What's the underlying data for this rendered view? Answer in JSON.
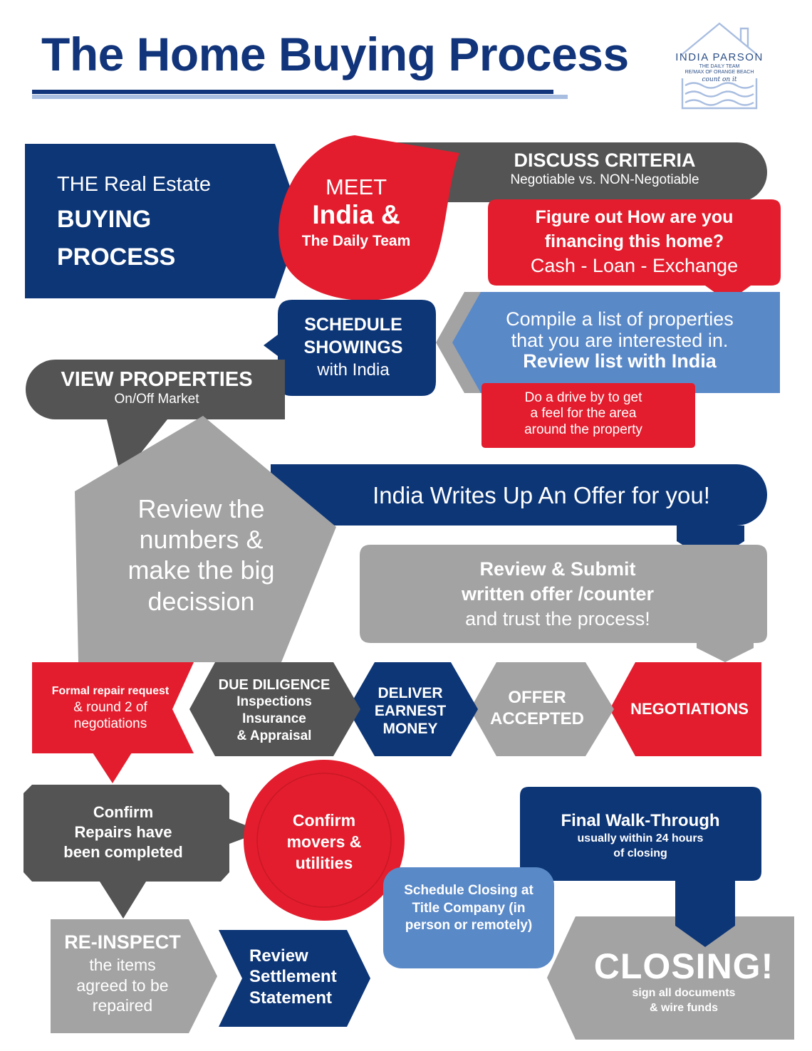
{
  "header": {
    "title": "The Home Buying Process"
  },
  "logo": {
    "name": "INDIA PARSON",
    "line1": "THE DAILY TEAM",
    "line2": "RE/MAX OF ORANGE BEACH",
    "script": "count on it",
    "icon": "house-waves-logo"
  },
  "colors": {
    "navy": "#0d3677",
    "red": "#e31d2d",
    "dark_gray": "#545454",
    "light_gray": "#a3a3a3",
    "light_blue": "#5a89c8"
  },
  "steps": {
    "intro": {
      "line1": "THE Real Estate",
      "line2": "BUYING",
      "line3": "PROCESS"
    },
    "meet": {
      "line1": "MEET",
      "line2": "India &",
      "line3": "The Daily Team"
    },
    "discuss": {
      "title": "DISCUSS CRITERIA",
      "subtitle": "Negotiable vs. NON-Negotiable"
    },
    "financing": {
      "line1": "Figure out How are you",
      "line2": "financing this home?",
      "line3": "Cash - Loan - Exchange"
    },
    "compile": {
      "line1": "Compile a list of properties",
      "line2": "that you are interested in.",
      "line3": "Review list with India"
    },
    "drive": {
      "line1": "Do a drive by to get",
      "line2": "a feel for the area",
      "line3": "around the property"
    },
    "schedule": {
      "line1": "SCHEDULE",
      "line2": "SHOWINGS",
      "line3": "with India"
    },
    "view": {
      "title": "VIEW PROPERTIES",
      "subtitle": "On/Off Market"
    },
    "review_numbers": {
      "line1": "Review the",
      "line2": "numbers &",
      "line3": "make the big",
      "line4": "decission"
    },
    "offer": {
      "text": "India Writes Up An Offer for you!"
    },
    "submit": {
      "line1": "Review & Submit",
      "line2": "written offer /counter",
      "line3": "and trust the process!"
    },
    "negotiations": {
      "text": "NEGOTIATIONS"
    },
    "accepted": {
      "line1": "OFFER",
      "line2": "ACCEPTED"
    },
    "earnest": {
      "line1": "DELIVER",
      "line2": "EARNEST",
      "line3": "MONEY"
    },
    "diligence": {
      "line1": "DUE DILIGENCE",
      "line2": "Inspections",
      "line3": "Insurance",
      "line4": "& Appraisal"
    },
    "repair": {
      "line1": "Formal repair request",
      "line2": "& round 2 of",
      "line3": "negotiations"
    },
    "confirm_repairs": {
      "line1": "Confirm",
      "line2": "Repairs have",
      "line3": "been completed"
    },
    "movers": {
      "line1": "Confirm",
      "line2": "movers &",
      "line3": "utilities"
    },
    "walkthrough": {
      "title": "Final Walk-Through",
      "line1": "usually within 24 hours",
      "line2": "of closing"
    },
    "schedule_closing": {
      "line1": "Schedule Closing at",
      "line2": "Title Company (in",
      "line3": "person or remotely)"
    },
    "reinspect": {
      "title": "RE-INSPECT",
      "line1": "the items",
      "line2": "agreed to be",
      "line3": "repaired"
    },
    "settlement": {
      "line1": "Review",
      "line2": "Settlement",
      "line3": "Statement"
    },
    "closing": {
      "title": "CLOSING!",
      "line1": "sign all documents",
      "line2": "& wire funds"
    }
  }
}
